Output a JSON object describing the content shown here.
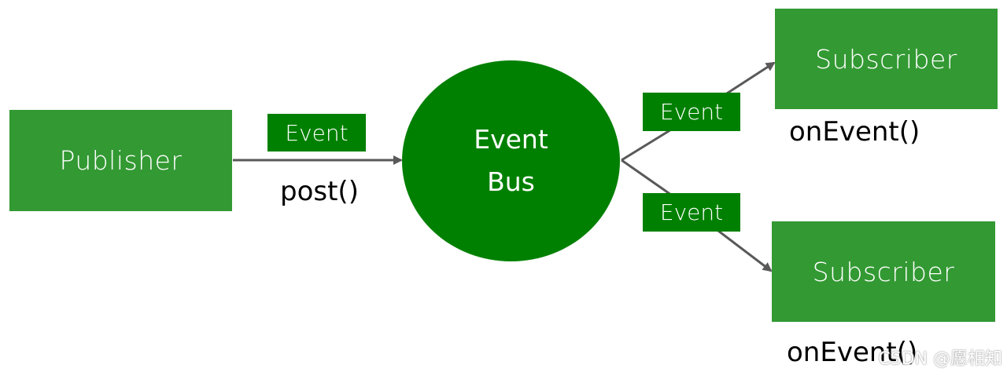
{
  "diagram": {
    "publisher_label": "Publisher",
    "event_label": "Event",
    "post_label": "post()",
    "bus_line1": "Event",
    "bus_line2": "Bus",
    "subscriber_label": "Subscriber",
    "on_event_label": "onEvent()",
    "watermark": "CSDN @愿相知"
  },
  "colors": {
    "box_green": "#339933",
    "bus_green": "#008000",
    "arrow_gray": "#595959"
  }
}
